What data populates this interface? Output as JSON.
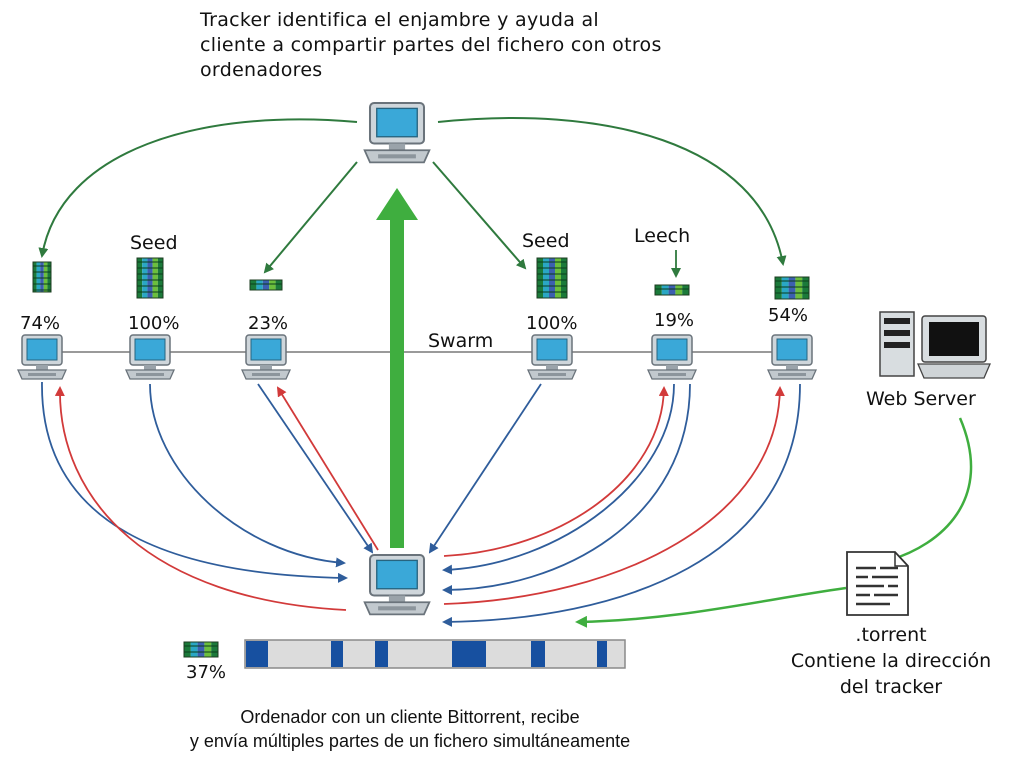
{
  "tracker_caption": [
    "Tracker identifica el enjambre y ayuda al",
    "cliente a compartir partes del fichero con otros",
    "ordenadores"
  ],
  "swarm_label": "Swarm",
  "peers": [
    {
      "label": "",
      "percent": "74%",
      "fill": 0.74
    },
    {
      "label": "Seed",
      "percent": "100%",
      "fill": 1.0
    },
    {
      "label": "",
      "percent": "23%",
      "fill": 0.23
    },
    {
      "label": "Seed",
      "percent": "100%",
      "fill": 1.0
    },
    {
      "label": "Leech",
      "percent": "19%",
      "fill": 0.19
    },
    {
      "label": "",
      "percent": "54%",
      "fill": 0.54
    }
  ],
  "client": {
    "percent": "37%",
    "fill": 0.37
  },
  "web_server_label": "Web Server",
  "torrent_caption": [
    ".torrent",
    "Contiene la dirección",
    "del tracker"
  ],
  "client_caption": [
    "Ordenador con un cliente Bittorrent, recibe",
    "y envía múltiples partes de un fichero simultáneamente"
  ],
  "colors": {
    "tracker_arrow": "#2f7a3e",
    "upload_arrow": "#3fae3f",
    "download_arrow": "#2f5d9b",
    "upload_red": "#d23a3a",
    "segment_blue": "#1750a0",
    "bar_bg": "#dcdcdc"
  }
}
